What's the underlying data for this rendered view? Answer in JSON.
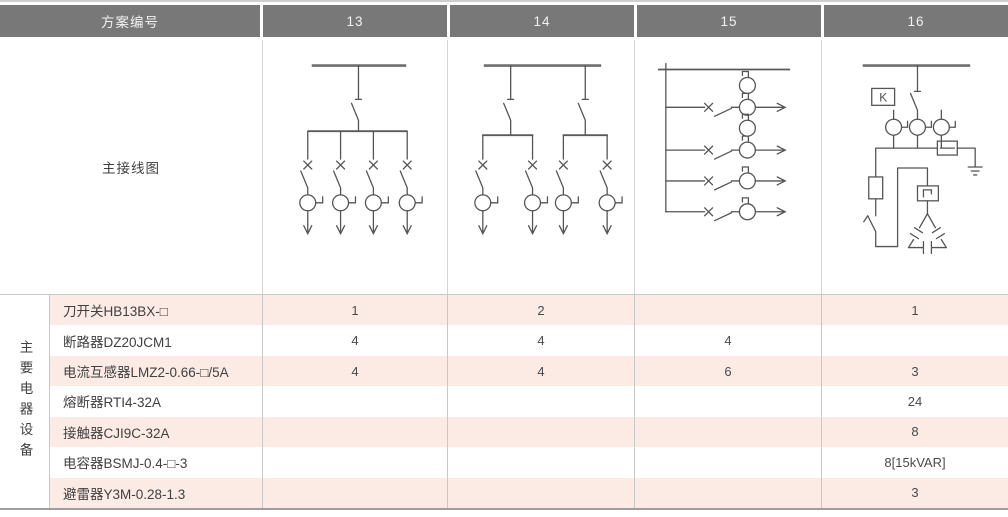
{
  "header": {
    "label": "方案编号",
    "schemes": [
      "13",
      "14",
      "15",
      "16"
    ]
  },
  "diagram": {
    "label": "主接线图",
    "k_label": "K"
  },
  "equipment": {
    "group_label": "主要电器设备",
    "rows": [
      {
        "name": "刀开关HB13BX-□",
        "values": [
          "1",
          "2",
          "",
          "1"
        ]
      },
      {
        "name": "断路器DZ20JCM1",
        "values": [
          "4",
          "4",
          "4",
          ""
        ]
      },
      {
        "name": "电流互感器LMZ2-0.66-□/5A",
        "values": [
          "4",
          "4",
          "6",
          "3"
        ]
      },
      {
        "name": "熔断器RTI4-32A",
        "values": [
          "",
          "",
          "",
          "24"
        ]
      },
      {
        "name": "接触器CJI9C-32A",
        "values": [
          "",
          "",
          "",
          "8"
        ]
      },
      {
        "name": "电容器BSMJ-0.4-□-3",
        "values": [
          "",
          "",
          "",
          "8[15kVAR]"
        ]
      },
      {
        "name": "避雷器Y3M-0.28-1.3",
        "values": [
          "",
          "",
          "",
          "3"
        ]
      }
    ]
  },
  "colors": {
    "header_bg": "#787878",
    "row_pink": "#fcebe5",
    "grid_line": "#c8c8c8",
    "diagram_stroke": "#555555"
  }
}
